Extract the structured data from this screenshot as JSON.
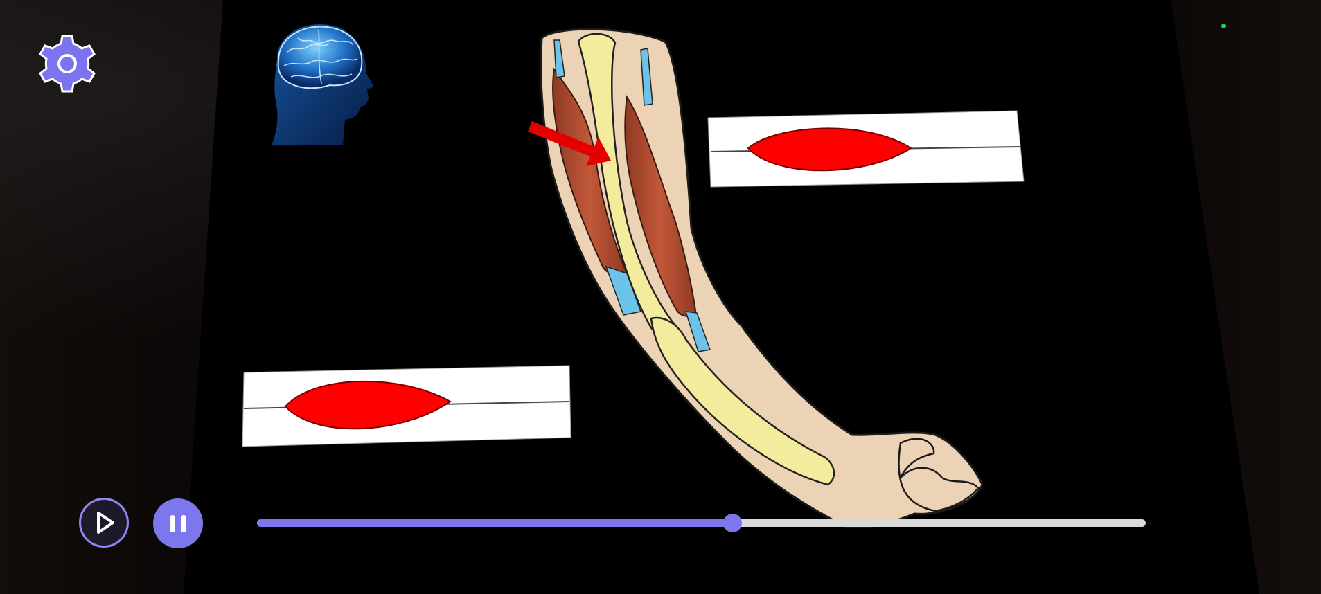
{
  "app": {
    "screen": "arm-muscle-contraction-viewer"
  },
  "controls": {
    "settings": {
      "icon": "gear-icon",
      "color": "#7b74ee"
    },
    "brain": {
      "icon": "brain-head-icon"
    },
    "play": {
      "icon": "play-icon"
    },
    "pause": {
      "icon": "pause-icon"
    },
    "timeline": {
      "progress": 0.535,
      "accent_color": "#7d77ee",
      "track_color": "#d9d9d9"
    },
    "status_indicator": {
      "color": "#1fd14a"
    }
  },
  "diagram": {
    "muscle_color": "#ff0000",
    "arrow_color": "#e40000",
    "panels": [
      {
        "name": "upper-muscle-indicator",
        "state": "contracted"
      },
      {
        "name": "lower-muscle-indicator",
        "state": "contracted"
      }
    ]
  }
}
